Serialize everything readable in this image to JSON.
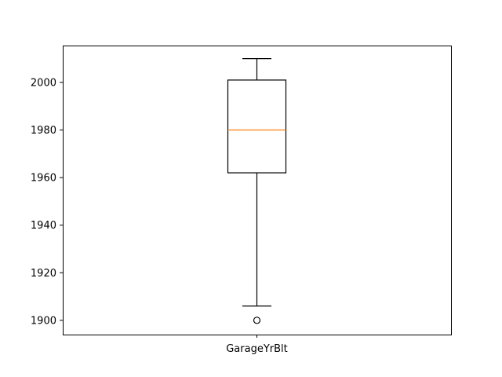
{
  "chart_data": {
    "type": "box",
    "categories": [
      "GarageYrBlt"
    ],
    "series": [
      {
        "whisker_low": 1906,
        "q1": 1962,
        "median": 1980,
        "q3": 2001,
        "whisker_high": 2010,
        "outliers": [
          1900
        ]
      }
    ],
    "ylim": [
      1894,
      2015.5
    ],
    "yticks": [
      1900,
      1920,
      1940,
      1960,
      1980,
      2000
    ],
    "grid": false,
    "colors": {
      "box": "#000000",
      "median": "#ff7f0e",
      "outlier": "#000000"
    }
  }
}
